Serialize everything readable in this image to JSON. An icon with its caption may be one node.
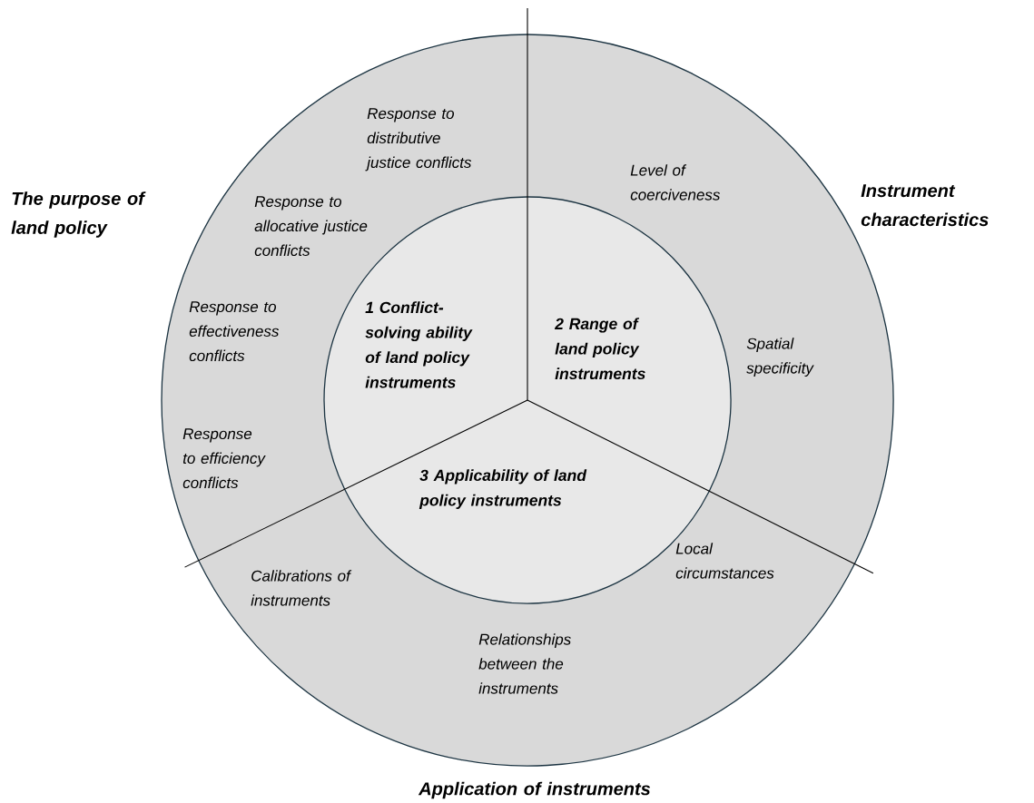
{
  "diagram": {
    "nodes": [
      {
        "text": [
          "The purpose of land policy",
          "Response to distributive justice conflicts",
          "Response to allocative justice conflicts",
          "Response to effectiveness conflicts",
          "Response to efficiency conflicts"
        ]
      },
      {
        "text": [
          "Instrument characteristics",
          "Level of coerciveness",
          "Spatial specificity"
        ]
      },
      {
        "text": [
          "Application of instruments",
          "Calibrations of instruments",
          "Relationships between the instruments",
          "Local circumstances"
        ]
      },
      {
        "text": [
          "1 Conflict-solving ability of land policy instruments"
        ],
        "in": 0
      },
      {
        "text": [
          "2 Range of land policy instruments"
        ],
        "in": 1
      },
      {
        "text": [
          "3 Applicability of land policy instruments"
        ],
        "in": 2
      }
    ]
  }
}
